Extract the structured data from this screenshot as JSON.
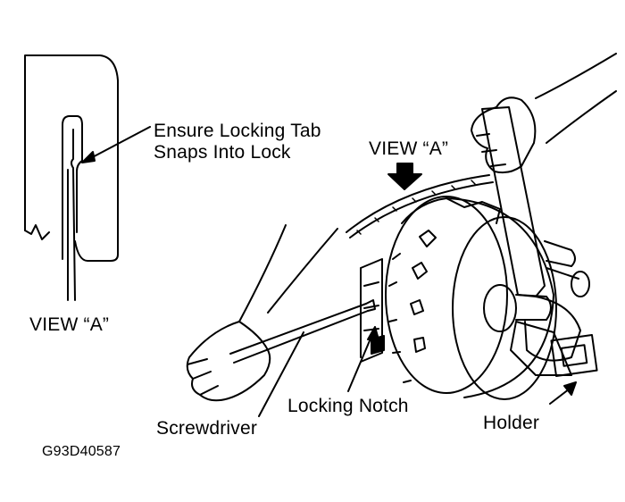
{
  "labels": {
    "ensure_line1": "Ensure Locking Tab",
    "ensure_line2": "Snaps Into Lock",
    "view_a_top": "VIEW “A”",
    "view_a_left": "VIEW “A”",
    "screwdriver": "Screwdriver",
    "locking_notch": "Locking Notch",
    "holder": "Holder",
    "figure_code": "G93D40587"
  },
  "colors": {
    "ink": "#000000",
    "paper": "#ffffff"
  }
}
